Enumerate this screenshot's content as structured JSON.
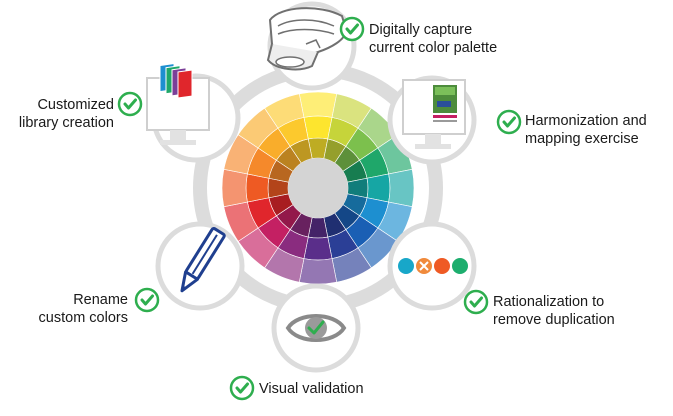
{
  "colors": {
    "check": "#2eae4e",
    "ring": "#dcdcdc",
    "hub": "#d4d4d4",
    "device_outline": "#707070",
    "pencil": "#1f3f8f"
  },
  "wheel": {
    "hues": [
      "#fde52e",
      "#c6d43a",
      "#7cc04d",
      "#1fa76a",
      "#16a6a4",
      "#1d8fd0",
      "#1a5fb4",
      "#2b3f96",
      "#5a2e8a",
      "#8a2c7f",
      "#c42063",
      "#e0262c",
      "#ee5a23",
      "#f5892b",
      "#f9ad2b",
      "#fcc92d"
    ]
  },
  "nodes": [
    {
      "id": "capture",
      "icon": "spectrophotometer-icon",
      "label": [
        "Digitally capture",
        "current color palette"
      ]
    },
    {
      "id": "harmonize",
      "icon": "monitor-icon",
      "label": [
        "Harmonization and",
        "mapping exercise"
      ]
    },
    {
      "id": "rationalize",
      "icon": "swatch-dots-icon",
      "label": [
        "Rationalization to",
        "remove duplication"
      ],
      "dot_colors": [
        "#18a7c9",
        "#f08a3c",
        "#ef5a24",
        "#1dae6e"
      ]
    },
    {
      "id": "validate",
      "icon": "eye-icon",
      "label": [
        "Visual validation"
      ]
    },
    {
      "id": "rename",
      "icon": "pencil-icon",
      "label": [
        "Rename",
        "custom colors"
      ]
    },
    {
      "id": "library",
      "icon": "monitor-icon",
      "label": [
        "Customized",
        "library creation"
      ],
      "swatch_colors": [
        "#1d8fd0",
        "#1fa76a",
        "#7b3f98",
        "#e0262c"
      ]
    }
  ]
}
